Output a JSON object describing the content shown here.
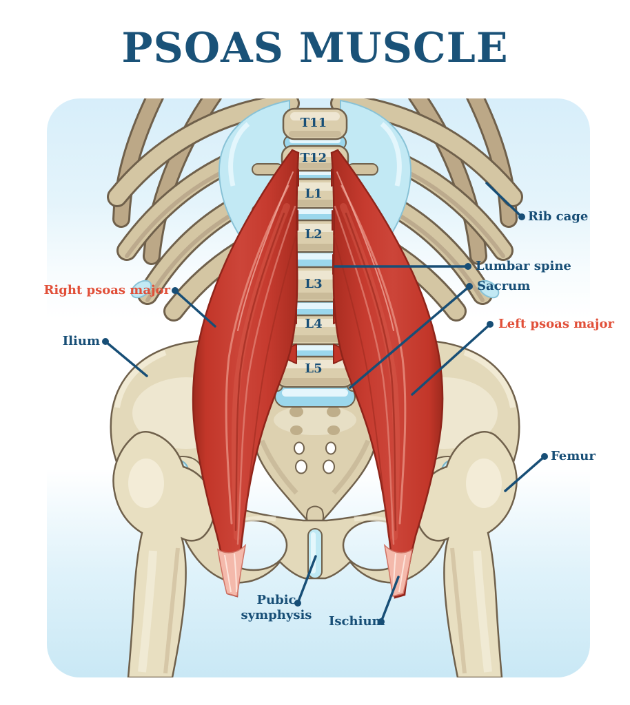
{
  "title": "PSOAS MUSCLE",
  "spine": {
    "vertebrae": [
      "T11",
      "T12",
      "L1",
      "L2",
      "L3",
      "L4",
      "L5"
    ]
  },
  "labels": {
    "rib_cage": "Rib cage",
    "lumbar_spine": "Lumbar spine",
    "sacrum": "Sacrum",
    "left_psoas_major": "Left psoas major",
    "right_psoas_major": "Right psoas major",
    "ilium": "Ilium",
    "femur": "Femur",
    "pubic_symphysis_line1": "Pubic",
    "pubic_symphysis_line2": "symphysis",
    "ischium": "Ischium"
  },
  "colors": {
    "title_text": "#1a5278",
    "label_text_blue": "#174e76",
    "label_text_red": "#e14f38",
    "leader_line": "#174e76",
    "muscle_red": "#c63b2f",
    "muscle_dark": "#8f241a",
    "tendon_pink": "#f4b9ab",
    "bone_beige": "#dbcead",
    "bone_outline": "#6f604b",
    "cartilage_cyan": "#c2e9f4",
    "disc_cyan": "#9bd7ec",
    "panel_top": "#d7eefa",
    "panel_bottom": "#c9e8f5"
  }
}
